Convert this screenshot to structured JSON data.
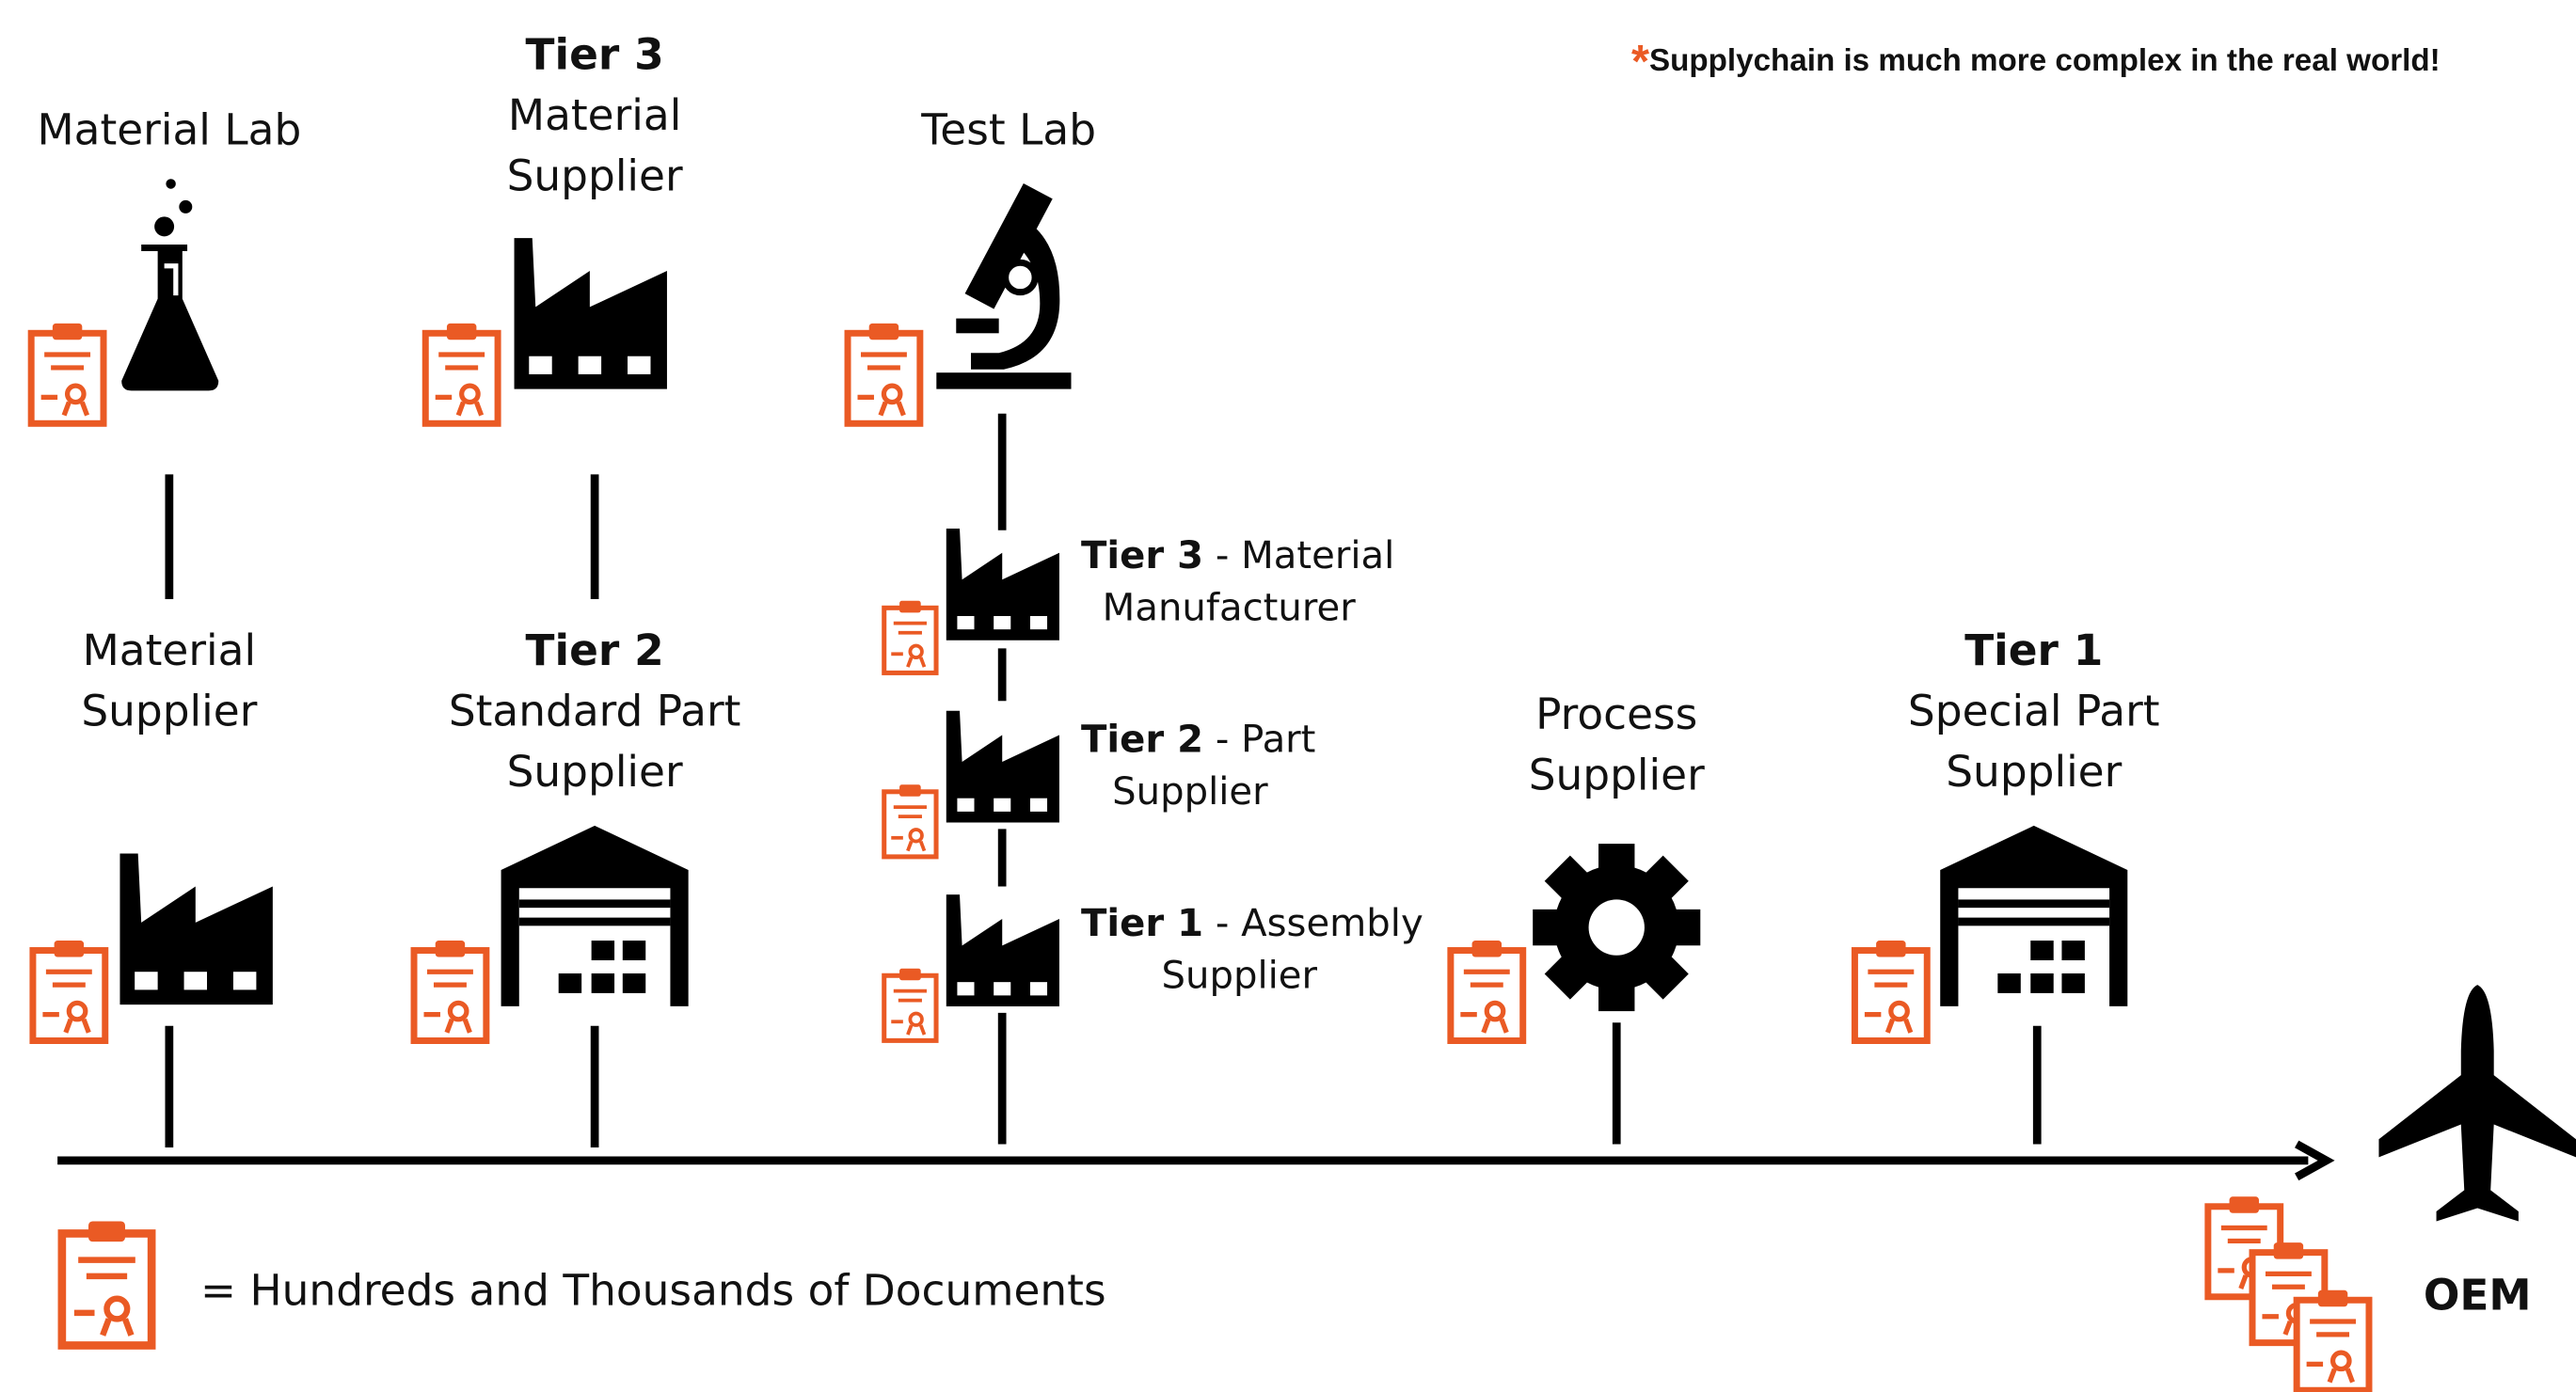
{
  "colors": {
    "accent": "#ea5a24",
    "ink": "#000000"
  },
  "note": {
    "star": "*",
    "text": "Supplychain is much more complex in the real world!"
  },
  "top_row": {
    "material_lab": {
      "label": "Material Lab",
      "icon": "flask-icon"
    },
    "tier3_material_supplier": {
      "tier": "Tier 3",
      "line1": "Material",
      "line2": "Supplier",
      "icon": "factory-icon"
    },
    "test_lab": {
      "label": "Test Lab",
      "icon": "microscope-icon"
    }
  },
  "bottom_row": {
    "material_supplier": {
      "line1": "Material",
      "line2": "Supplier",
      "icon": "factory-icon"
    },
    "tier2_standard_part_supplier": {
      "tier": "Tier 2",
      "line1": "Standard Part",
      "line2": "Supplier",
      "icon": "warehouse-icon"
    },
    "process_supplier": {
      "line1": "Process",
      "line2": "Supplier",
      "icon": "gear-icon"
    },
    "tier1_special_part_supplier": {
      "tier": "Tier 1",
      "line1": "Special Part",
      "line2": "Supplier",
      "icon": "warehouse-icon"
    }
  },
  "manufacturers": [
    {
      "tier": "Tier 3",
      "rest": " - Material",
      "line2": "Manufacturer",
      "icon": "factory-icon"
    },
    {
      "tier": "Tier 2",
      "rest": " - Part",
      "line2": "Supplier",
      "icon": "factory-icon"
    },
    {
      "tier": "Tier 1",
      "rest": " - Assembly",
      "line2": "Supplier",
      "icon": "factory-icon"
    }
  ],
  "oem": {
    "label": "OEM",
    "icon": "airplane-icon"
  },
  "legend": {
    "text": "= Hundreds and Thousands of Documents",
    "icon": "certificate-document-icon"
  }
}
